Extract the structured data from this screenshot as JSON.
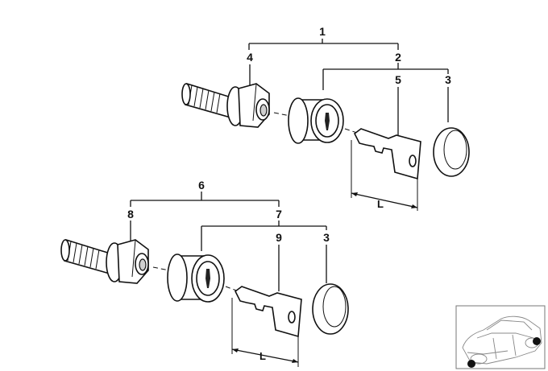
{
  "callouts": {
    "group1": "1",
    "nut_top": "4",
    "lock_top": "2",
    "key_top": "5",
    "cap_top": "3",
    "group2": "6",
    "nut_bottom": "8",
    "lock_bottom": "7",
    "key_bottom": "9",
    "cap_bottom": "3"
  },
  "dimensions": {
    "key_length_top": "L",
    "key_length_bottom": "L"
  },
  "icons": [
    "wheel-bolt-icon",
    "lock-cylinder-icon",
    "key-icon",
    "cap-icon",
    "car-thumbnail-icon"
  ]
}
